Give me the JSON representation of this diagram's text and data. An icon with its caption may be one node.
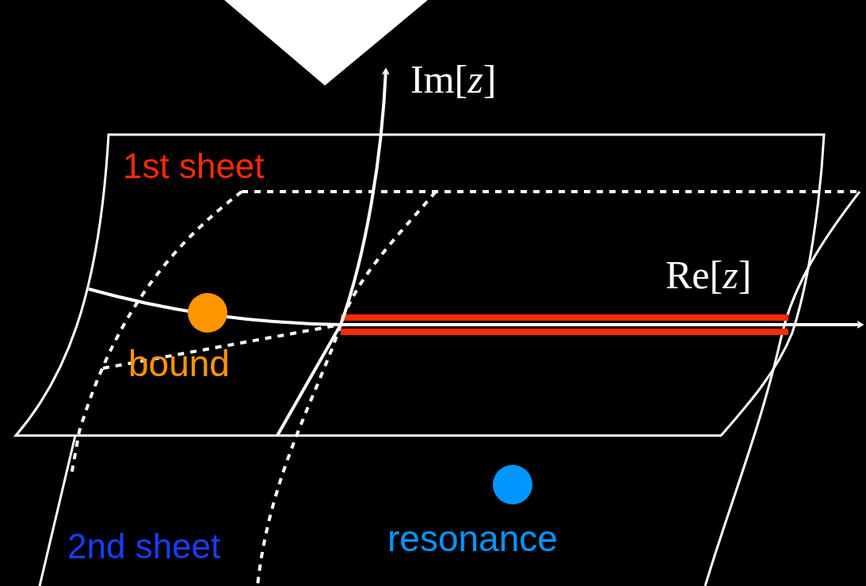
{
  "diagram": {
    "nodes": [
      {
        "text": [],
        "shape": "circle",
        "beside": [
          "bound"
        ]
      },
      {
        "text": [],
        "shape": "circle",
        "beside": [
          "resonance"
        ]
      }
    ],
    "labels": [
      "Im[*z*]",
      "1st sheet",
      "Re[*z*]",
      "2nd sheet"
    ]
  }
}
